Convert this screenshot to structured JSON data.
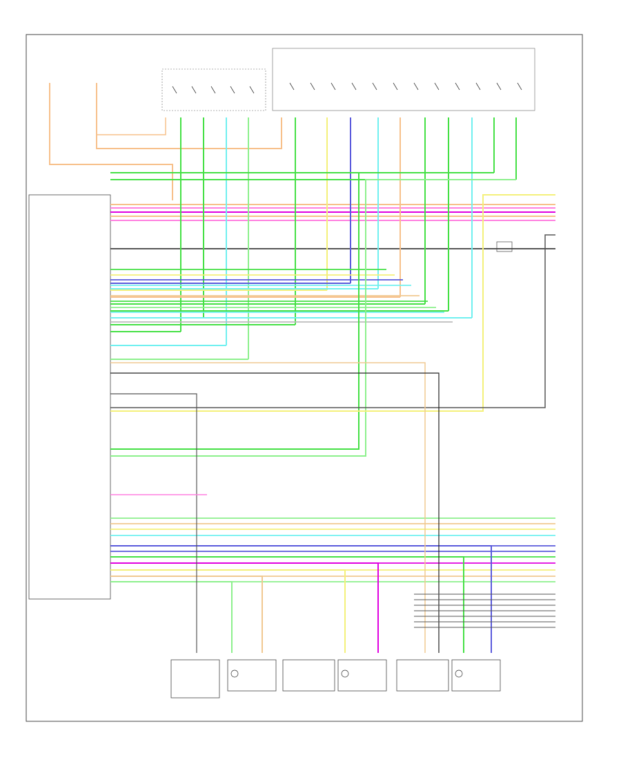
{
  "diagram": {
    "page_label": "",
    "sheet_label": "",
    "module_caption": "",
    "components": [
      {
        "id": "recline-sensor",
        "label": ""
      },
      {
        "id": "left-recline-motor",
        "label": ""
      },
      {
        "id": "headrest-sensor",
        "label": ""
      },
      {
        "id": "left-headrest-motor",
        "label": ""
      },
      {
        "id": "front-height-sensor",
        "label": ""
      },
      {
        "id": "headrest-motor",
        "label": ""
      }
    ],
    "wire_colors": {
      "orange": "#f7c08a",
      "pink": "#ff7fe0",
      "magenta": "#e000e0",
      "green": "#44e044",
      "lightgreen": "#8cf08c",
      "cyan": "#6ff0f0",
      "yellow": "#f4f07a",
      "blue": "#5a5adc",
      "tan": "#f0c890",
      "gray": "#555555",
      "black": "#222222",
      "lightgray": "#bbbbbb"
    }
  }
}
